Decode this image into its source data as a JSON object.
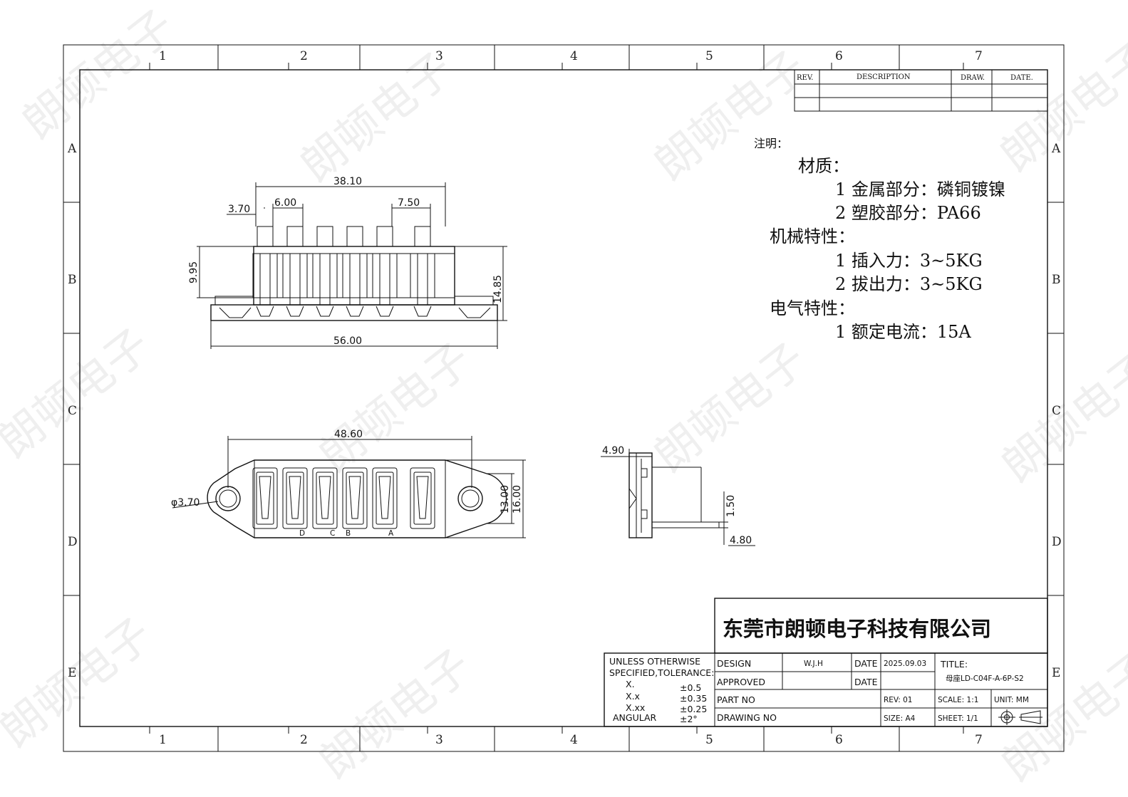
{
  "border": {
    "columns": [
      "1",
      "2",
      "3",
      "4",
      "5",
      "6",
      "7"
    ],
    "rows": [
      "A",
      "B",
      "C",
      "D",
      "E"
    ]
  },
  "watermark": "朗顿电子",
  "revision_block": {
    "rev_label": "REV.",
    "description_label": "DESCRIPTION",
    "draw_label": "DRAW.",
    "date_label": "DATE."
  },
  "notes": {
    "heading": "注明：",
    "lines": [
      "材质：",
      "1 金属部分：磷铜镀镍",
      "2 塑胶部分：PA66",
      "机械特性：",
      "1 插入力：3~5KG",
      "2 拔出力：3~5KG",
      "电气特性：",
      "1 额定电流：15A"
    ]
  },
  "front_view": {
    "dims": {
      "overall_pitch": "38.10",
      "offset": "3.70",
      "pitch_a": "6.00",
      "pitch_b": "7.50",
      "height_body": "9.95",
      "height_total": "14.85",
      "length": "56.00"
    }
  },
  "top_view": {
    "dims": {
      "hole_center": "48.60",
      "hole_dia": "φ3.70",
      "width_inner": "13.00",
      "width_outer": "16.00"
    },
    "pin_labels": [
      "D",
      "C",
      "B",
      "A"
    ]
  },
  "side_view": {
    "dims": {
      "thickness": "4.90",
      "pin_thickness": "1.50",
      "pin_length": "4.80"
    }
  },
  "title_block": {
    "company": "东莞市朗顿电子科技有限公司",
    "tolerance": {
      "line1": "UNLESS OTHERWISE",
      "line2": "SPECIFIED,TOLERANCE:",
      "rows": [
        {
          "label": "X.",
          "value": "±0.5"
        },
        {
          "label": "X.x",
          "value": "±0.35"
        },
        {
          "label": "X.xx",
          "value": "±0.25"
        },
        {
          "label": "ANGULAR",
          "value": "±2°"
        }
      ]
    },
    "design_label": "DESIGN",
    "designer": "W.J.H",
    "date_label": "DATE",
    "date": "2025.09.03",
    "approved_label": "APPROVED",
    "date2_label": "DATE",
    "title_label": "TITLE:",
    "title_value": "母座LD-C04F-A-6P-S2",
    "part_no_label": "PART NO",
    "rev": "REV: 01",
    "scale": "SCALE: 1:1",
    "unit": "UNIT: MM",
    "drawing_no_label": "DRAWING NO",
    "size": "SIZE: A4",
    "sheet": "SHEET: 1/1"
  }
}
